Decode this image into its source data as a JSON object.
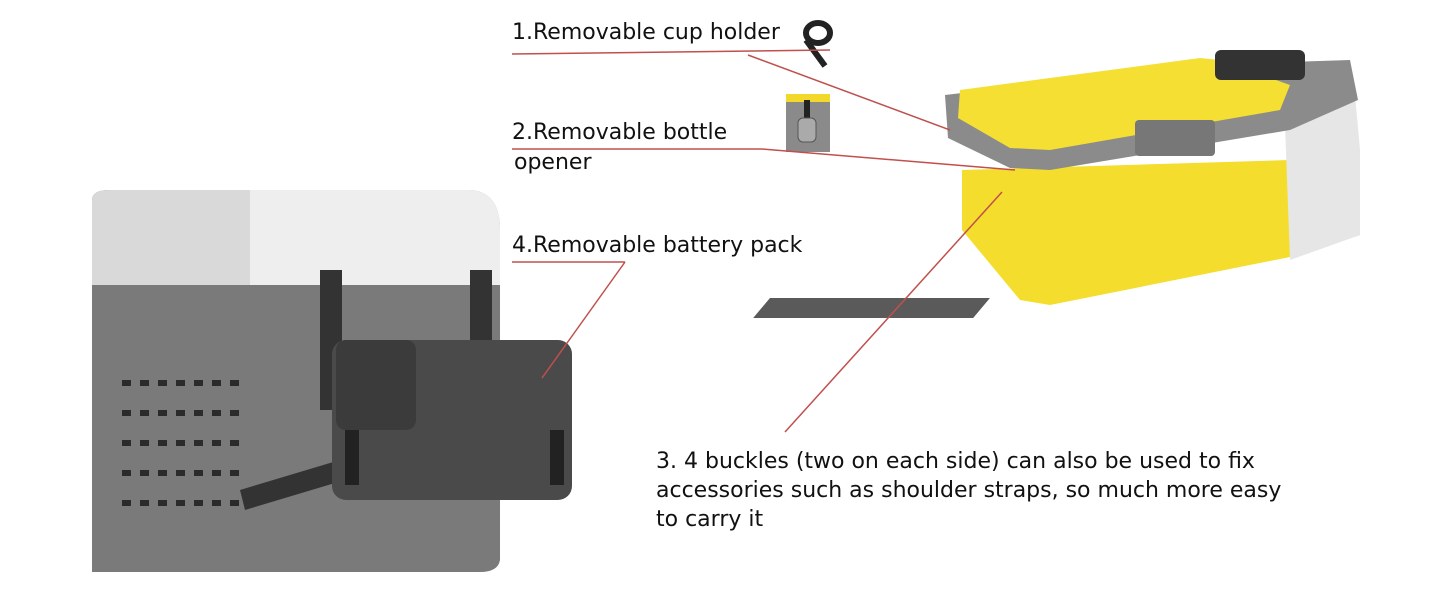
{
  "callouts": [
    {
      "label": "1.Removable cup holder"
    },
    {
      "label": "2.Removable bottle opener",
      "line1": "2.Removable bottle",
      "line2": "opener"
    },
    {
      "label": "3. 4 buckles (two on each side) can also be used to fix accessories such as shoulder straps, so much more easy to carry it",
      "line1": "3. 4 buckles (two on each side) can also be used to fix",
      "line2": "accessories such as shoulder straps, so much more easy",
      "line3": "to carry it"
    },
    {
      "label": "4.Removable battery pack"
    }
  ],
  "colors": {
    "leader": "#c0504d",
    "cooler_yellow": "#f2dc2e",
    "cooler_gray": "#8a8a8a"
  }
}
